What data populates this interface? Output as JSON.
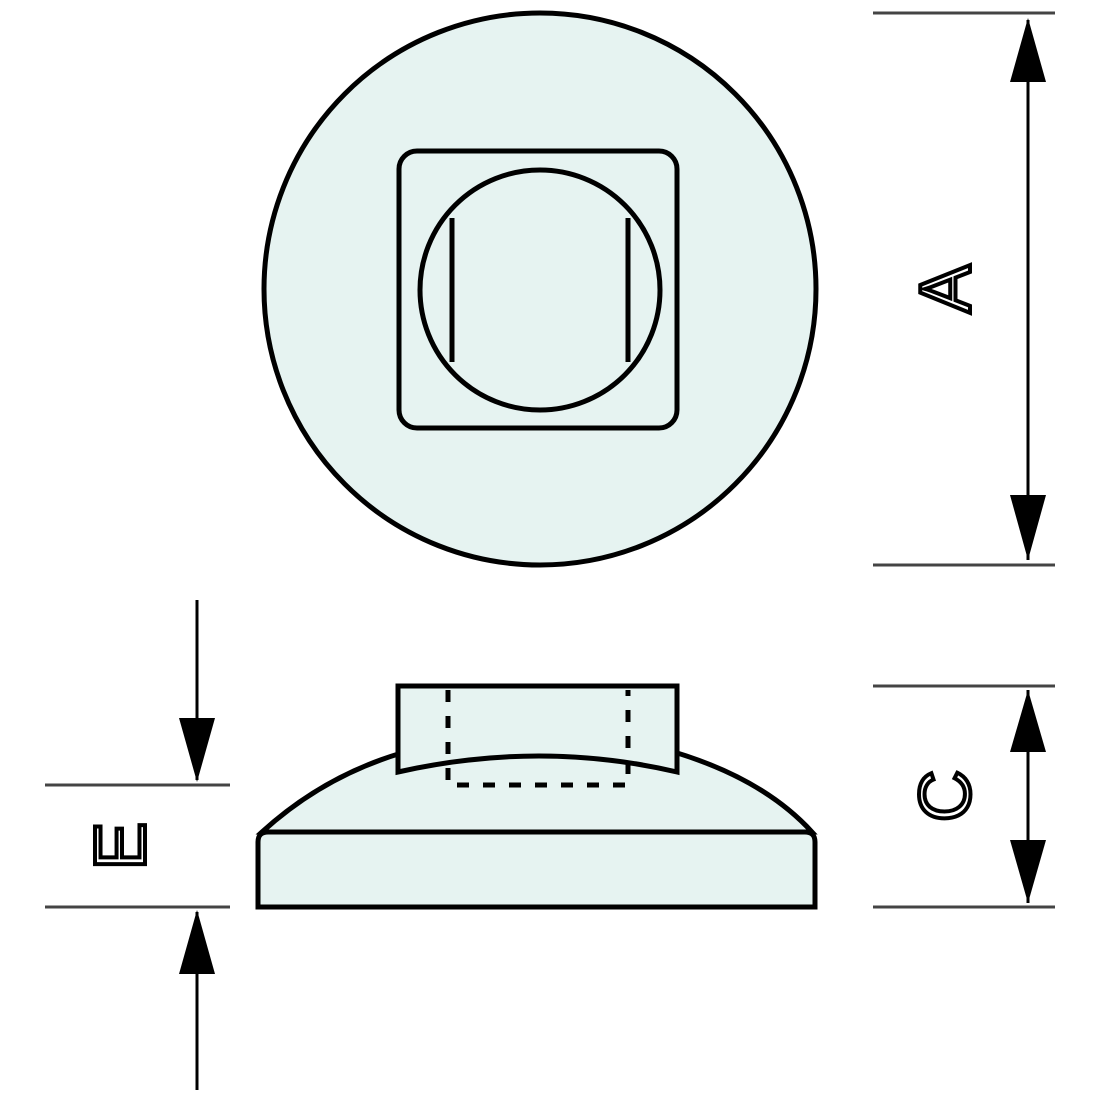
{
  "fill_color": "#e6f3f1",
  "line_color": "#000000",
  "dimensions": {
    "a": "A",
    "c": "C",
    "e": "E"
  }
}
